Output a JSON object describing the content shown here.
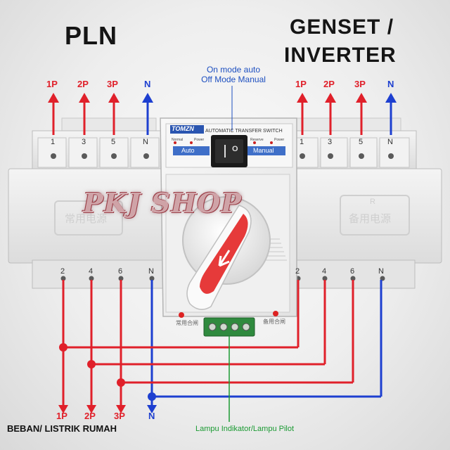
{
  "headings": {
    "pln": "PLN",
    "genset_line1": "GENSET /",
    "genset_line2": "INVERTER"
  },
  "mode_note": {
    "line1": "On mode auto",
    "line2": "Off Mode Manual"
  },
  "device": {
    "brand": "TOMZN",
    "model_text": "AUTOMATIC TRANSFER SWITCH",
    "indicator_normal": "Normal",
    "indicator_power": "Power",
    "indicator_reserve": "Reserve",
    "indicator_power2": "Power",
    "mode_auto": "Auto",
    "mode_manual": "Manual",
    "switch_off": "O",
    "left_badge": "常用电源",
    "right_badge_letter": "R",
    "right_badge": "备用电源",
    "pilot_left": "常用合闸",
    "pilot_right": "备用合闸"
  },
  "watermark": "PKJ SHOP",
  "top_terminals_left": [
    "1",
    "3",
    "5",
    "N"
  ],
  "top_terminals_right": [
    "1",
    "3",
    "5",
    "N"
  ],
  "bottom_terminals_left": [
    "2",
    "4",
    "6",
    "N"
  ],
  "bottom_terminals_right": [
    "2",
    "4",
    "6",
    "N"
  ],
  "phase_labels_left": [
    "1P",
    "2P",
    "3P",
    "N"
  ],
  "phase_labels_right": [
    "1P",
    "2P",
    "3P",
    "N"
  ],
  "load_labels": [
    "1P",
    "2P",
    "3P",
    "N"
  ],
  "load_caption": "BEBAN/ LISTRIK RUMAH",
  "pilot_caption": "Lampu Indikator/Lampu Pilot",
  "colors": {
    "phase_red": "#e0202a",
    "neutral_blue": "#1d3fd0",
    "pilot_green": "#1a9a32",
    "handle_red": "#e63a3a"
  }
}
